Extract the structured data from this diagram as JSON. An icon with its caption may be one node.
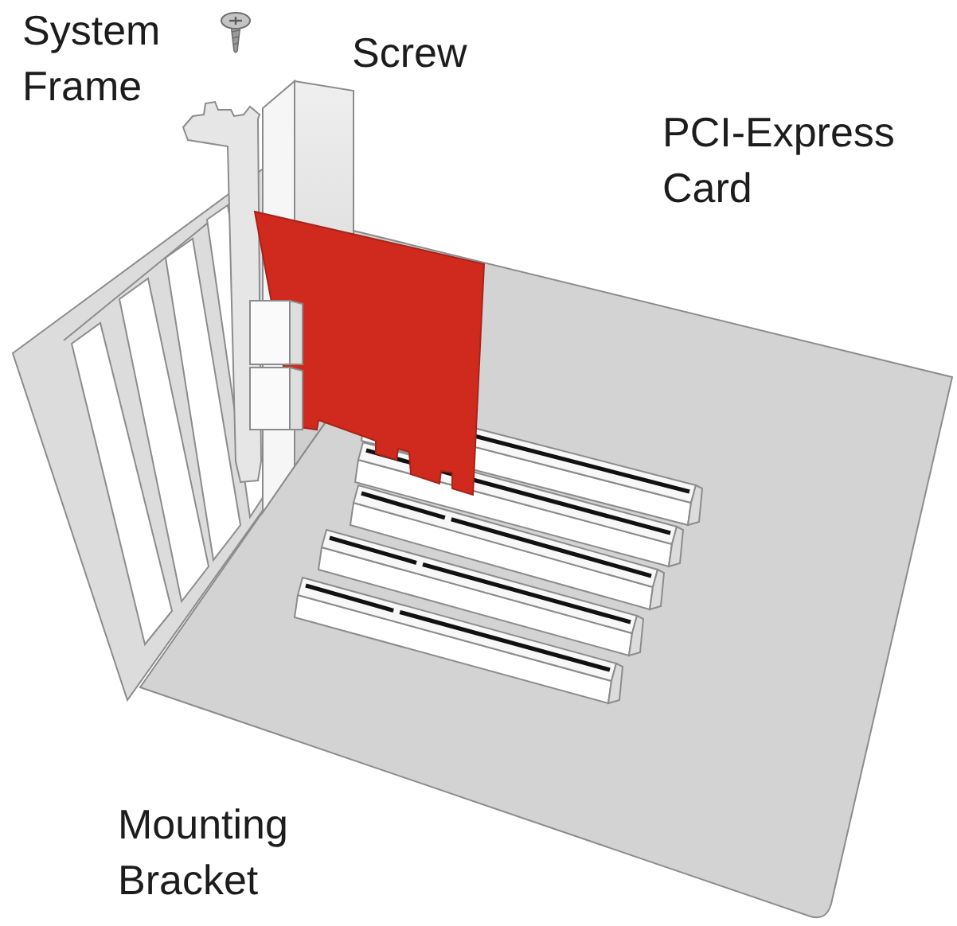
{
  "diagram": {
    "labels": [
      "System Frame",
      "Screw",
      "PCI-Express Card",
      "Mounting Bracket"
    ]
  }
}
